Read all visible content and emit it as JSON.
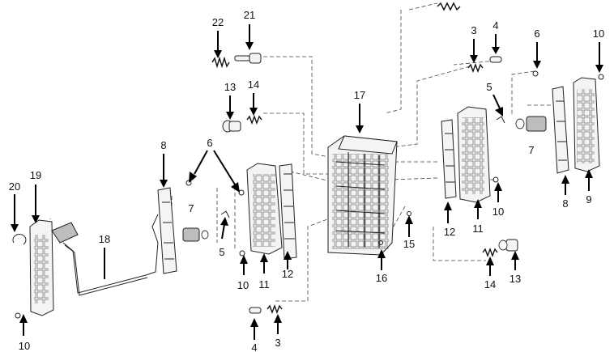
{
  "callouts": {
    "c1": "22",
    "c2": "21",
    "c3": "13",
    "c4": "14",
    "c5": "17",
    "c6": "3",
    "c7": "4",
    "c8": "6",
    "c9": "10",
    "c10": "5",
    "c11": "7",
    "c12": "8",
    "c13": "6",
    "c14": "7",
    "c15": "5",
    "c16": "10",
    "c17": "11",
    "c18": "12",
    "c19": "20",
    "c20": "19",
    "c21": "18",
    "c22": "10",
    "c23": "15",
    "c24": "16",
    "c25": "12",
    "c26": "11",
    "c27": "10",
    "c28": "8",
    "c29": "9",
    "c30": "14",
    "c31": "13",
    "c32": "4",
    "c33": "3"
  }
}
